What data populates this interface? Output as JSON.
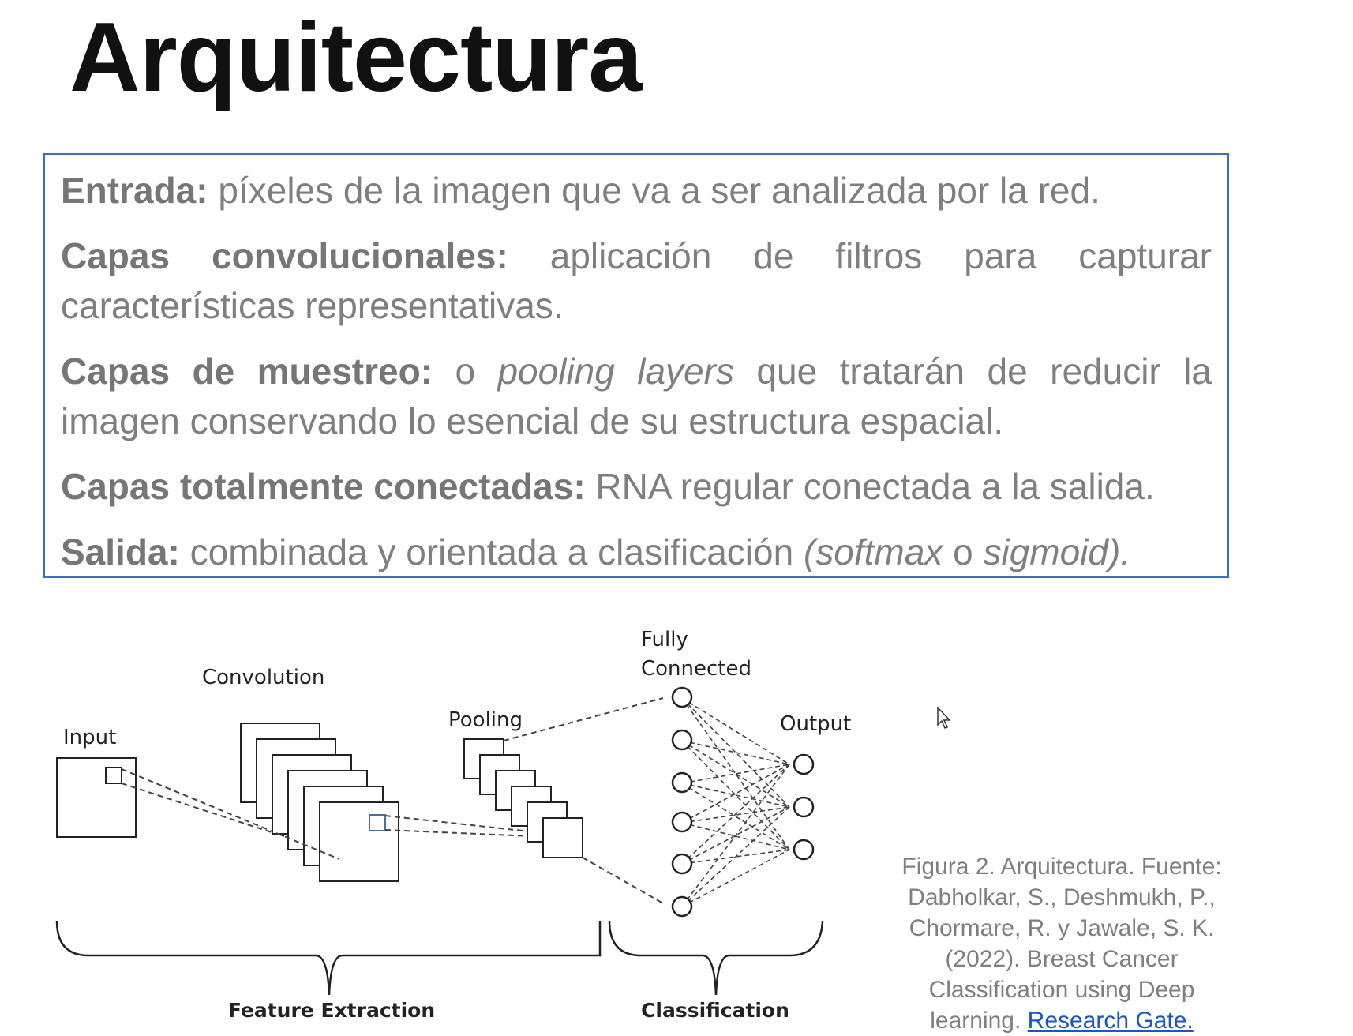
{
  "slide": {
    "title": "Arquitectura"
  },
  "box": {
    "items": [
      {
        "term": "Entrada:",
        "parts": [
          {
            "t": " píxeles de la imagen que va a ser analizada por la red."
          }
        ]
      },
      {
        "term": "Capas convolucionales:",
        "parts": [
          {
            "t": " aplicación de filtros para capturar características representativas."
          }
        ]
      },
      {
        "term": "Capas de muestreo:",
        "parts": [
          {
            "t": " o "
          },
          {
            "t": "pooling layers",
            "i": true
          },
          {
            "t": " que tratarán de reducir la imagen conservando lo esencial de su estructura espacial."
          }
        ]
      },
      {
        "term": "Capas totalmente conectadas:",
        "parts": [
          {
            "t": " RNA regular conectada a la salida."
          }
        ]
      },
      {
        "term": "Salida:",
        "parts": [
          {
            "t": " combinada y orientada a clasificación "
          },
          {
            "t": "(softmax",
            "i": true
          },
          {
            "t": " o "
          },
          {
            "t": "sigmoid).",
            "i": true
          }
        ]
      }
    ]
  },
  "diagram": {
    "input_label": "Input",
    "convolution_label": "Convolution",
    "pooling_label": "Pooling",
    "fc_label_line1": "Fully",
    "fc_label_line2": "Connected",
    "output_label": "Output",
    "feature_extraction_label": "Feature Extraction",
    "classification_label": "Classification"
  },
  "caption": {
    "text": "Figura 2. Arquitectura. Fuente: Dabholkar, S., Deshmukh, P., Chormare, R. y Jawale, S. K. (2022). Breast Cancer Classification using Deep learning. ",
    "link": "Research Gate."
  },
  "colors": {
    "box_border": "#3a6fc4",
    "body_text": "#7f7f7f",
    "link": "#1a56c4"
  }
}
